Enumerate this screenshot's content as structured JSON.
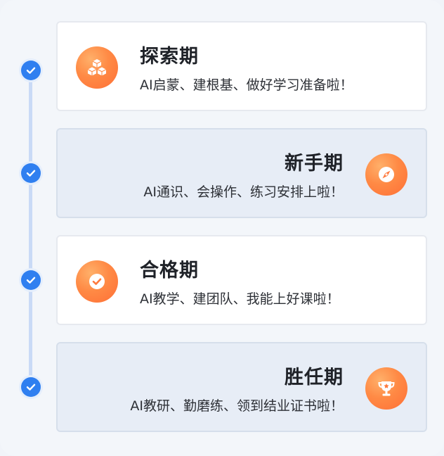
{
  "stages": [
    {
      "title": "探索期",
      "desc": "AI启蒙、建根基、做好学习准备啦！",
      "icon": "cubes-icon"
    },
    {
      "title": "新手期",
      "desc": "AI通识、会操作、练习安排上啦！",
      "icon": "compass-icon"
    },
    {
      "title": "合格期",
      "desc": "AI教学、建团队、我能上好课啦！",
      "icon": "check-circle-icon"
    },
    {
      "title": "胜任期",
      "desc": "AI教研、勤磨练、领到结业证书啦！",
      "icon": "trophy-icon"
    }
  ],
  "colors": {
    "accent_blue": "#2f7ff0",
    "badge_orange": "#ff7a3d",
    "card_blue": "#e7edf6"
  }
}
